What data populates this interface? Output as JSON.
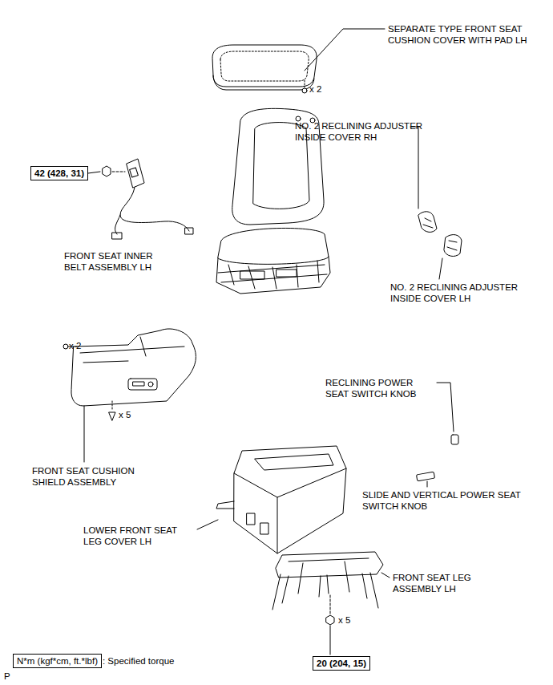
{
  "diagram": {
    "nodes": [
      {
        "text": [
          "42 (428, 31)"
        ]
      },
      {
        "text": [
          "20 (204, 15)"
        ]
      },
      {
        "text": [
          "N*m (kgf*cm, ft.*lbf)"
        ]
      }
    ],
    "edges": [],
    "labels": [
      "SEPARATE TYPE FRONT SEAT CUSHION COVER WITH PAD LH",
      "x 2",
      "NO. 2 RECLINING ADJUSTER INSIDE COVER RH",
      "FRONT SEAT INNER BELT ASSEMBLY LH",
      "NO. 2 RECLINING ADJUSTER INSIDE COVER LH",
      "x 2",
      "RECLINING POWER SEAT SWITCH KNOB",
      "x 5",
      "FRONT SEAT CUSHION SHIELD ASSEMBLY",
      "SLIDE AND VERTICAL POWER SEAT SWITCH KNOB",
      "LOWER FRONT SEAT LEG COVER LH",
      "FRONT SEAT LEG ASSEMBLY LH",
      "x 5",
      ": Specified torque",
      "P"
    ]
  }
}
